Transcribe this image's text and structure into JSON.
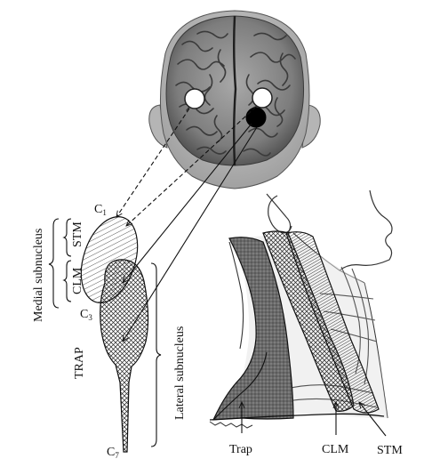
{
  "spinal_labels": {
    "c1": "C",
    "c1_sub": "1",
    "c3": "C",
    "c3_sub": "3",
    "c7": "C",
    "c7_sub": "7"
  },
  "muscle_labels": {
    "stm": "STM",
    "clm": "CLM",
    "trap": "TRAP"
  },
  "subnucleus_labels": {
    "medial": "Medial subnucleus",
    "lateral": "Lateral subnucleus"
  },
  "neck_labels": {
    "trap": "Trap",
    "clm": "CLM",
    "stm": "STM"
  },
  "colors": {
    "ink": "#111111",
    "brain_base": "#8f8f8f",
    "brain_dark": "#4a4a4a",
    "skin": "#c8c8c8",
    "muscle_dark": "#5a5a5a"
  }
}
